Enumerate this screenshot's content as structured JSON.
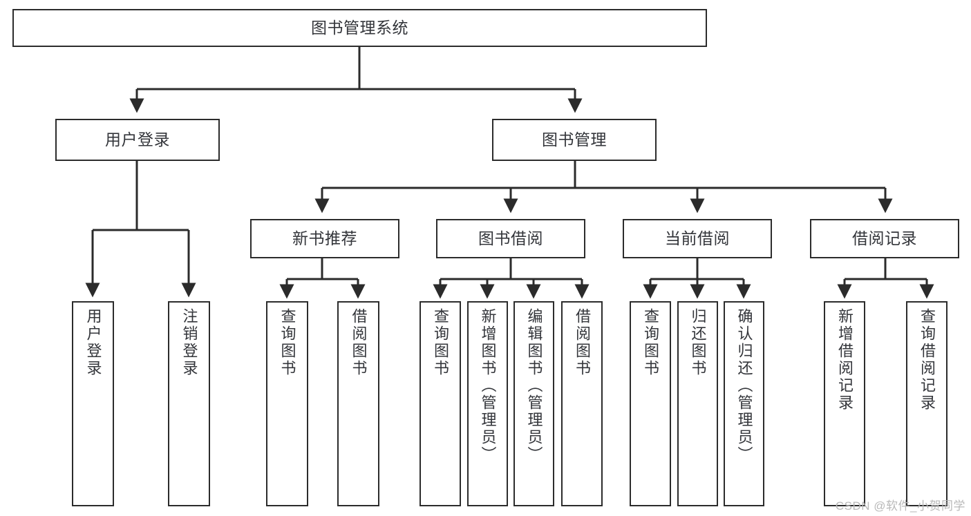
{
  "diagram": {
    "title": "图书管理系统",
    "watermark": "CSDN @软件_小贺同学",
    "colors": {
      "border": "#2b2b2b",
      "text": "#33353a",
      "background": "#ffffff",
      "edge": "#2b2b2b",
      "watermark": "#b9b9b9"
    },
    "nodes": {
      "root": {
        "label": "图书管理系统"
      },
      "level2": [
        {
          "label": "用户登录"
        },
        {
          "label": "图书管理"
        }
      ],
      "level3": [
        {
          "label": "新书推荐"
        },
        {
          "label": "图书借阅"
        },
        {
          "label": "当前借阅"
        },
        {
          "label": "借阅记录"
        }
      ],
      "leaves": {
        "user_login": [
          {
            "label": "用户登录"
          },
          {
            "label": "注销登录"
          }
        ],
        "new_book": [
          {
            "label": "查询图书"
          },
          {
            "label": "借阅图书"
          }
        ],
        "book_borrow": [
          {
            "label": "查询图书"
          },
          {
            "label": "新增图书（管理员）"
          },
          {
            "label": "编辑图书（管理员）"
          },
          {
            "label": "借阅图书"
          }
        ],
        "current_borrow": [
          {
            "label": "查询图书"
          },
          {
            "label": "归还图书"
          },
          {
            "label": "确认归还（管理员）"
          }
        ],
        "borrow_record": [
          {
            "label": "新增借阅记录"
          },
          {
            "label": "查询借阅记录"
          }
        ]
      }
    }
  }
}
